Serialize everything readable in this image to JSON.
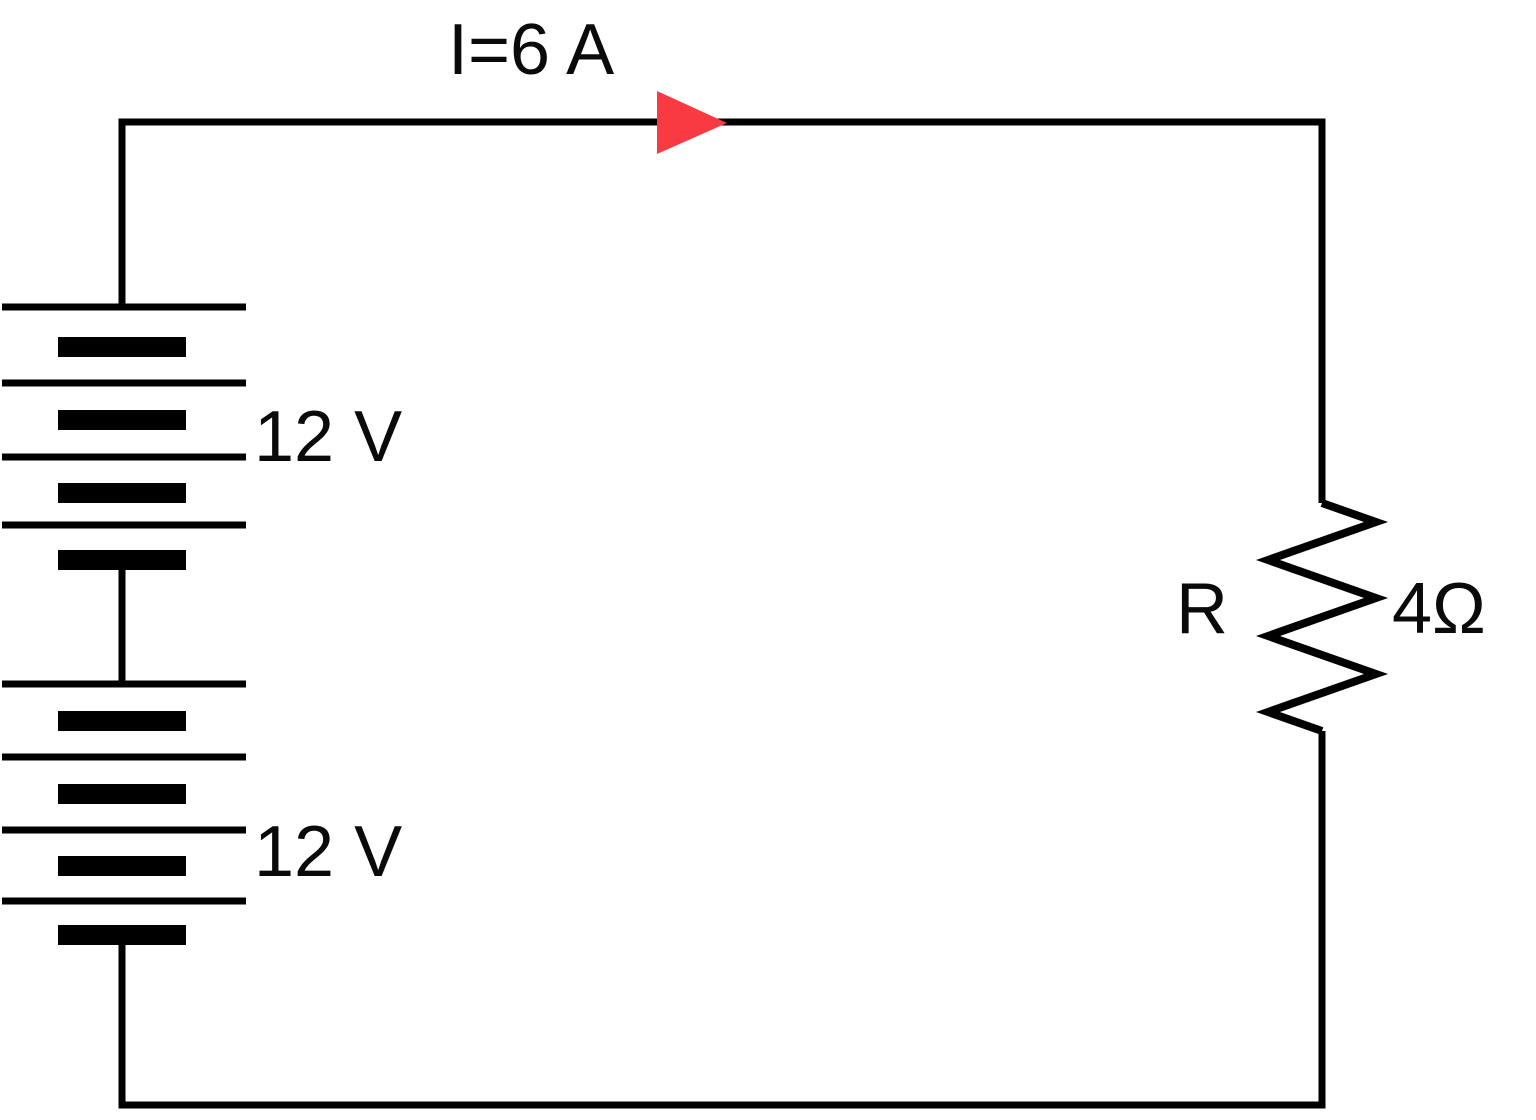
{
  "diagram": {
    "kind": "series-circuit",
    "current": {
      "label": "I=6 A"
    },
    "batteries": [
      {
        "label": "12 V"
      },
      {
        "label": "12 V"
      }
    ],
    "resistor": {
      "name": "R",
      "value": "4Ω"
    },
    "colors": {
      "wire": "#000000",
      "arrow": "#fa3a43",
      "background": "#ffffff",
      "text": "#0a0a0a"
    }
  }
}
